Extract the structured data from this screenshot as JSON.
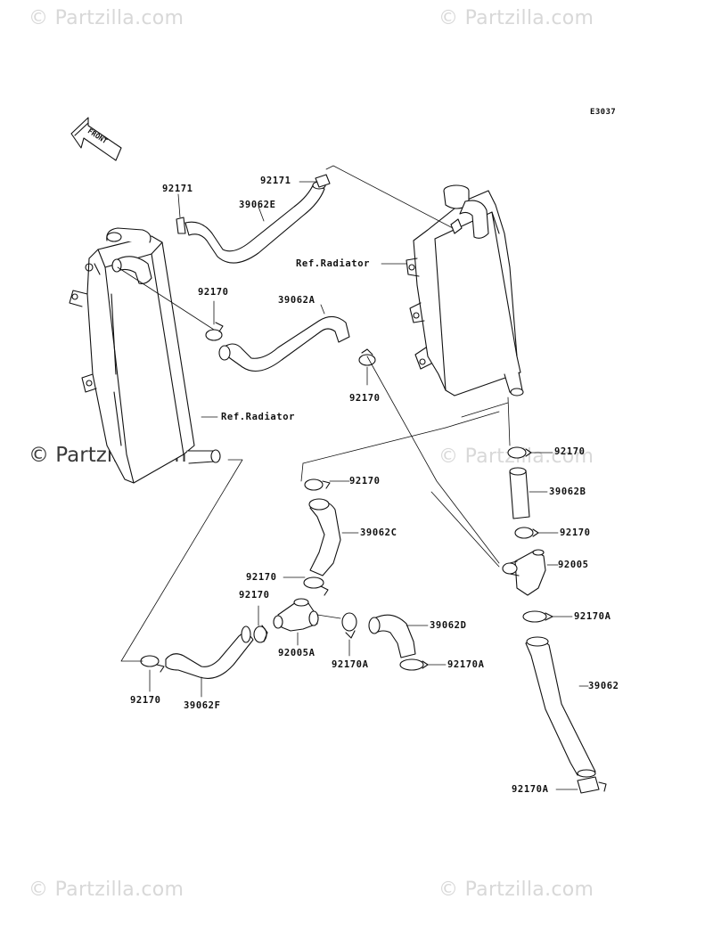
{
  "watermarks": {
    "corner": "© Partzilla.com",
    "center": "© Partzilla.com"
  },
  "diagram_code": "E3037",
  "front_badge": "FRONT",
  "colors": {
    "line": "#111111",
    "watermark": "#d8d8d8",
    "fill": "#ffffff"
  },
  "labels": {
    "p92171_left": "92171",
    "p92171_top": "92171",
    "p39062E": "39062E",
    "ref_radiator_right": "Ref.Radiator",
    "p92170_a": "92170",
    "p39062A": "39062A",
    "p92170_b": "92170",
    "ref_radiator_left": "Ref.Radiator",
    "p92170_c": "92170",
    "p39062B": "39062B",
    "p92170_d": "92170",
    "p39062C": "39062C",
    "p92170_e": "92170",
    "p92005": "92005",
    "p92170_f": "92170",
    "p92170_g": "92170",
    "p92170A_a": "92170A",
    "p39062D": "39062D",
    "p92005A": "92005A",
    "p92170A_b": "92170A",
    "p92170A_c": "92170A",
    "p39062": "39062",
    "p92170_h": "92170",
    "p39062F": "39062F",
    "p92170A_d": "92170A"
  }
}
